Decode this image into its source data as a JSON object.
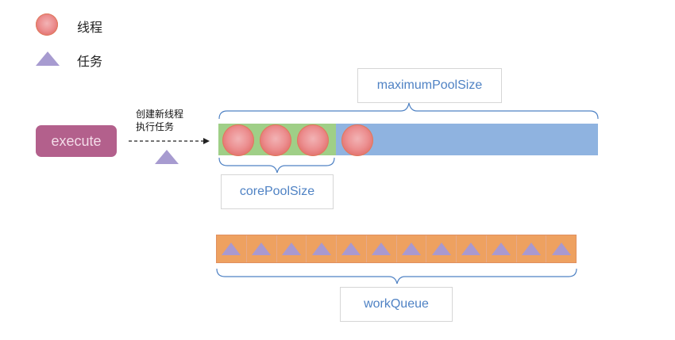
{
  "legend": {
    "thread_label": "线程",
    "task_label": "任务"
  },
  "execute_button": "execute",
  "arrow_caption": [
    "创建新线程",
    "执行任务"
  ],
  "labels": {
    "maximum_pool_size": "maximumPoolSize",
    "core_pool_size": "corePoolSize",
    "work_queue": "workQueue"
  },
  "pool": {
    "core_threads": 3,
    "extra_threads": 1
  },
  "queue": {
    "tasks": 12
  },
  "colors": {
    "execute": "#b3608c",
    "core_area": "#9fcf87",
    "max_area": "#8fb3e0",
    "queue": "#eea160",
    "thread": "#ec8f90",
    "task": "#a79bd0",
    "label_text": "#4f82c4",
    "brace": "#4f82c4"
  }
}
